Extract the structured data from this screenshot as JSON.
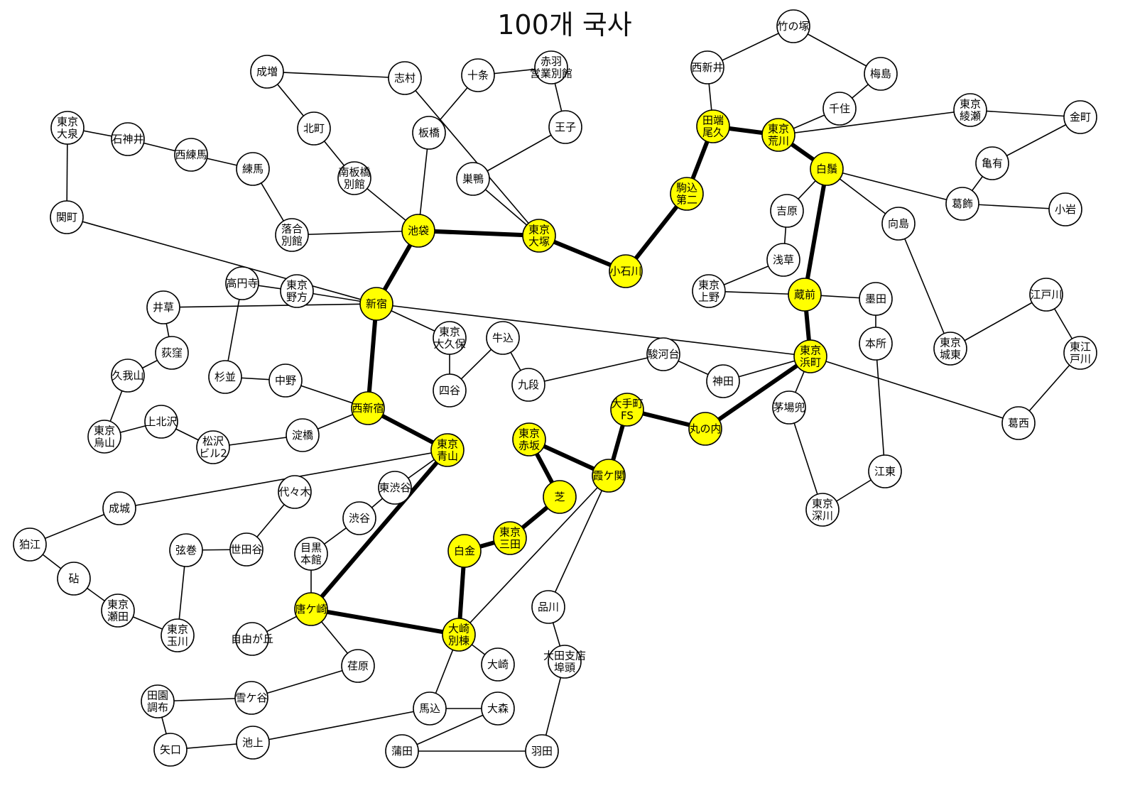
{
  "title": "100개 국사",
  "colors": {
    "highlight": "#ffff00",
    "normal": "#ffffff",
    "origin_stroke": "#e00000",
    "stroke": "#000000"
  },
  "nodes": [
    {
      "id": "komae",
      "label": "狛江",
      "style": "origin"
    },
    {
      "id": "seijo",
      "label": "成城",
      "style": "normal"
    },
    {
      "id": "kinuta",
      "label": "砧",
      "style": "normal"
    },
    {
      "id": "tk_seta",
      "label": "東京\n瀬田",
      "style": "normal"
    },
    {
      "id": "tk_tamagawa",
      "label": "東京\n玉川",
      "style": "normal"
    },
    {
      "id": "tsurumaki",
      "label": "弦巻",
      "style": "normal"
    },
    {
      "id": "setagaya",
      "label": "世田谷",
      "style": "normal"
    },
    {
      "id": "yoyogi",
      "label": "代々木",
      "style": "normal"
    },
    {
      "id": "jiyugaoka",
      "label": "自由が丘",
      "style": "normal"
    },
    {
      "id": "denen",
      "label": "田園\n調布",
      "style": "normal"
    },
    {
      "id": "yaguchi",
      "label": "矢口",
      "style": "normal"
    },
    {
      "id": "yukigaya",
      "label": "雪ケ谷",
      "style": "normal"
    },
    {
      "id": "ikegami",
      "label": "池上",
      "style": "normal"
    },
    {
      "id": "ebara",
      "label": "荏原",
      "style": "normal"
    },
    {
      "id": "togoshi",
      "label": "唐ケ崎",
      "style": "hl"
    },
    {
      "id": "meguro",
      "label": "目黒\n本館",
      "style": "normal"
    },
    {
      "id": "shibuya",
      "label": "渋谷",
      "style": "normal"
    },
    {
      "id": "higashishibuya",
      "label": "東渋谷",
      "style": "normal"
    },
    {
      "id": "tk_aoyama",
      "label": "東京\n青山",
      "style": "hl"
    },
    {
      "id": "osaki_bekkan",
      "label": "大崎\n別棟",
      "style": "hl"
    },
    {
      "id": "osaki",
      "label": "大崎",
      "style": "normal"
    },
    {
      "id": "magome",
      "label": "馬込",
      "style": "normal"
    },
    {
      "id": "omori",
      "label": "大森",
      "style": "normal"
    },
    {
      "id": "kamata",
      "label": "蒲田",
      "style": "normal"
    },
    {
      "id": "haneda",
      "label": "羽田",
      "style": "normal"
    },
    {
      "id": "ota_futo",
      "label": "大田支店\n埠頭",
      "style": "normal"
    },
    {
      "id": "shinagawa",
      "label": "品川",
      "style": "normal"
    },
    {
      "id": "shirokane",
      "label": "白金",
      "style": "hl"
    },
    {
      "id": "tk_mita",
      "label": "東京\n三田",
      "style": "hl"
    },
    {
      "id": "shiba",
      "label": "芝",
      "style": "hl"
    },
    {
      "id": "tk_akasaka",
      "label": "東京\n赤坂",
      "style": "hl"
    },
    {
      "id": "kasumigaseki",
      "label": "霞ケ関",
      "style": "hl"
    },
    {
      "id": "otemachi",
      "label": "大手町\nFS",
      "style": "hl"
    },
    {
      "id": "marunouchi",
      "label": "丸の内",
      "style": "hl"
    },
    {
      "id": "tk_hamacho",
      "label": "東京\n浜町",
      "style": "hl"
    },
    {
      "id": "kanda",
      "label": "神田",
      "style": "normal"
    },
    {
      "id": "surugadai",
      "label": "駿河台",
      "style": "normal"
    },
    {
      "id": "kudan",
      "label": "九段",
      "style": "normal"
    },
    {
      "id": "ushigome",
      "label": "牛込",
      "style": "normal"
    },
    {
      "id": "yotsuya",
      "label": "四谷",
      "style": "normal"
    },
    {
      "id": "tk_okubo",
      "label": "東京\n大久保",
      "style": "normal"
    },
    {
      "id": "shinjuku",
      "label": "新宿",
      "style": "hl"
    },
    {
      "id": "nishishinjuku",
      "label": "西新宿",
      "style": "hl"
    },
    {
      "id": "nakano",
      "label": "中野",
      "style": "normal"
    },
    {
      "id": "suginami",
      "label": "杉並",
      "style": "normal"
    },
    {
      "id": "koenji",
      "label": "高円寺",
      "style": "normal"
    },
    {
      "id": "tk_nogata",
      "label": "東京\n野方",
      "style": "normal"
    },
    {
      "id": "igusa",
      "label": "井草",
      "style": "normal"
    },
    {
      "id": "ogikubo",
      "label": "荻窪",
      "style": "normal"
    },
    {
      "id": "kugayama",
      "label": "久我山",
      "style": "normal"
    },
    {
      "id": "tk_karasuyama",
      "label": "東京\n烏山",
      "style": "normal"
    },
    {
      "id": "kamikitazawa",
      "label": "上北沢",
      "style": "normal"
    },
    {
      "id": "matsuzawa",
      "label": "松沢\nビル2",
      "style": "normal"
    },
    {
      "id": "yodobashi",
      "label": "淀橋",
      "style": "normal"
    },
    {
      "id": "sekimachi",
      "label": "関町",
      "style": "normal"
    },
    {
      "id": "tk_oizumi",
      "label": "東京\n大泉",
      "style": "normal"
    },
    {
      "id": "shakujii",
      "label": "石神井",
      "style": "normal"
    },
    {
      "id": "nishinerima",
      "label": "西練馬",
      "style": "normal"
    },
    {
      "id": "nerima",
      "label": "練馬",
      "style": "normal"
    },
    {
      "id": "ochiai",
      "label": "落合\n別館",
      "style": "normal"
    },
    {
      "id": "narimasu",
      "label": "成増",
      "style": "normal"
    },
    {
      "id": "kitamachi",
      "label": "北町",
      "style": "normal"
    },
    {
      "id": "minamiitabashi",
      "label": "南板橋\n別館",
      "style": "normal"
    },
    {
      "id": "ikebukuro",
      "label": "池袋",
      "style": "hl"
    },
    {
      "id": "shimura",
      "label": "志村",
      "style": "normal"
    },
    {
      "id": "itabashi",
      "label": "板橋",
      "style": "normal"
    },
    {
      "id": "jujo",
      "label": "十条",
      "style": "normal"
    },
    {
      "id": "akabane",
      "label": "赤羽\n営業別館",
      "style": "normal"
    },
    {
      "id": "oji",
      "label": "王子",
      "style": "normal"
    },
    {
      "id": "sugamo",
      "label": "巣鴨",
      "style": "normal"
    },
    {
      "id": "tk_otsuka",
      "label": "東京\n大塚",
      "style": "hl"
    },
    {
      "id": "koishikawa",
      "label": "小石川",
      "style": "hl"
    },
    {
      "id": "komagome",
      "label": "駒込\n第二",
      "style": "hl"
    },
    {
      "id": "tabata",
      "label": "田端\n尾久",
      "style": "hl"
    },
    {
      "id": "nishiarai",
      "label": "西新井",
      "style": "normal"
    },
    {
      "id": "takenotsuka",
      "label": "竹の塚",
      "style": "normal"
    },
    {
      "id": "umejima",
      "label": "梅島",
      "style": "normal"
    },
    {
      "id": "senju",
      "label": "千住",
      "style": "normal"
    },
    {
      "id": "tk_arakawa",
      "label": "東京\n荒川",
      "style": "hl"
    },
    {
      "id": "tk_ayase",
      "label": "東京\n綾瀬",
      "style": "normal"
    },
    {
      "id": "kanamachi",
      "label": "金町",
      "style": "normal"
    },
    {
      "id": "kameari",
      "label": "亀有",
      "style": "normal"
    },
    {
      "id": "katsushika",
      "label": "葛飾",
      "style": "normal"
    },
    {
      "id": "koiwa",
      "label": "小岩",
      "style": "normal"
    },
    {
      "id": "shirahige",
      "label": "白鬚",
      "style": "hl"
    },
    {
      "id": "yoshiwara",
      "label": "吉原",
      "style": "normal"
    },
    {
      "id": "mukojima",
      "label": "向島",
      "style": "normal"
    },
    {
      "id": "asakusa",
      "label": "浅草",
      "style": "normal"
    },
    {
      "id": "tk_ueno",
      "label": "東京\n上野",
      "style": "normal"
    },
    {
      "id": "kuramae",
      "label": "蔵前",
      "style": "hl"
    },
    {
      "id": "sumida",
      "label": "墨田",
      "style": "normal"
    },
    {
      "id": "honjo",
      "label": "本所",
      "style": "normal"
    },
    {
      "id": "tk_joto",
      "label": "東京\n城東",
      "style": "normal"
    },
    {
      "id": "edogawa",
      "label": "江戸川",
      "style": "normal"
    },
    {
      "id": "tk_higashiedogawa",
      "label": "東江\n戸川",
      "style": "normal"
    },
    {
      "id": "kasai",
      "label": "葛西",
      "style": "normal"
    },
    {
      "id": "kayabacho",
      "label": "茅場兜",
      "style": "normal"
    },
    {
      "id": "koto",
      "label": "江東",
      "style": "normal"
    },
    {
      "id": "tk_fukagawa",
      "label": "東京\n深川",
      "style": "normal"
    }
  ],
  "edges": [
    [
      "ikebukuro",
      "tk_otsuka",
      "bold"
    ],
    [
      "tk_otsuka",
      "koishikawa",
      "bold"
    ],
    [
      "koishikawa",
      "komagome",
      "bold"
    ],
    [
      "komagome",
      "tabata",
      "bold"
    ],
    [
      "tabata",
      "tk_arakawa",
      "bold"
    ],
    [
      "tk_arakawa",
      "shirahige",
      "bold"
    ],
    [
      "shirahige",
      "kuramae",
      "bold"
    ],
    [
      "kuramae",
      "tk_hamacho",
      "bold"
    ],
    [
      "tk_hamacho",
      "marunouchi",
      "bold"
    ],
    [
      "marunouchi",
      "otemachi",
      "bold"
    ],
    [
      "otemachi",
      "kasumigaseki",
      "bold"
    ],
    [
      "kasumigaseki",
      "tk_akasaka",
      "bold"
    ],
    [
      "tk_akasaka",
      "shiba",
      "bold"
    ],
    [
      "shiba",
      "tk_mita",
      "bold"
    ],
    [
      "tk_mita",
      "shirokane",
      "bold"
    ],
    [
      "shirokane",
      "osaki_bekkan",
      "bold"
    ],
    [
      "osaki_bekkan",
      "togoshi",
      "bold"
    ],
    [
      "togoshi",
      "tk_aoyama",
      "bold"
    ],
    [
      "tk_aoyama",
      "nishishinjuku",
      "bold"
    ],
    [
      "nishishinjuku",
      "shinjuku",
      "bold"
    ],
    [
      "shinjuku",
      "ikebukuro",
      "bold"
    ],
    [
      "komae",
      "seijo",
      "normal"
    ],
    [
      "komae",
      "kinuta",
      "normal"
    ],
    [
      "seijo",
      "tk_aoyama",
      "normal"
    ],
    [
      "kinuta",
      "tk_seta",
      "normal"
    ],
    [
      "tk_seta",
      "tk_tamagawa",
      "normal"
    ],
    [
      "tk_tamagawa",
      "tsurumaki",
      "normal"
    ],
    [
      "tsurumaki",
      "setagaya",
      "normal"
    ],
    [
      "setagaya",
      "yoyogi",
      "normal"
    ],
    [
      "jiyugaoka",
      "togoshi",
      "normal"
    ],
    [
      "togoshi",
      "ebara",
      "normal"
    ],
    [
      "togoshi",
      "meguro",
      "normal"
    ],
    [
      "meguro",
      "shibuya",
      "normal"
    ],
    [
      "shibuya",
      "higashishibuya",
      "normal"
    ],
    [
      "higashishibuya",
      "tk_aoyama",
      "normal"
    ],
    [
      "ebara",
      "yukigaya",
      "normal"
    ],
    [
      "yukigaya",
      "denen",
      "normal"
    ],
    [
      "denen",
      "yaguchi",
      "normal"
    ],
    [
      "yaguchi",
      "ikegami",
      "normal"
    ],
    [
      "ikegami",
      "magome",
      "normal"
    ],
    [
      "magome",
      "osaki_bekkan",
      "normal"
    ],
    [
      "magome",
      "omori",
      "normal"
    ],
    [
      "omori",
      "kamata",
      "normal"
    ],
    [
      "kamata",
      "haneda",
      "normal"
    ],
    [
      "haneda",
      "ota_futo",
      "normal"
    ],
    [
      "ota_futo",
      "shinagawa",
      "normal"
    ],
    [
      "shinagawa",
      "kasumigaseki",
      "normal"
    ],
    [
      "osaki_bekkan",
      "kasumigaseki",
      "normal"
    ],
    [
      "osaki_bekkan",
      "osaki",
      "normal"
    ],
    [
      "tk_hamacho",
      "kanda",
      "normal"
    ],
    [
      "kanda",
      "surugadai",
      "normal"
    ],
    [
      "surugadai",
      "kudan",
      "normal"
    ],
    [
      "kudan",
      "ushigome",
      "normal"
    ],
    [
      "ushigome",
      "yotsuya",
      "normal"
    ],
    [
      "yotsuya",
      "tk_okubo",
      "normal"
    ],
    [
      "tk_okubo",
      "shinjuku",
      "normal"
    ],
    [
      "shinjuku",
      "tk_hamacho",
      "normal"
    ],
    [
      "shinjuku",
      "tk_nogata",
      "normal"
    ],
    [
      "tk_nogata",
      "koenji",
      "normal"
    ],
    [
      "koenji",
      "suginami",
      "normal"
    ],
    [
      "suginami",
      "nakano",
      "normal"
    ],
    [
      "nakano",
      "nishishinjuku",
      "normal"
    ],
    [
      "igusa",
      "shinjuku",
      "normal"
    ],
    [
      "igusa",
      "ogikubo",
      "normal"
    ],
    [
      "ogikubo",
      "kugayama",
      "normal"
    ],
    [
      "kugayama",
      "tk_karasuyama",
      "normal"
    ],
    [
      "tk_karasuyama",
      "kamikitazawa",
      "normal"
    ],
    [
      "kamikitazawa",
      "matsuzawa",
      "normal"
    ],
    [
      "matsuzawa",
      "yodobashi",
      "normal"
    ],
    [
      "yodobashi",
      "nishishinjuku",
      "normal"
    ],
    [
      "sekimachi",
      "shinjuku",
      "normal"
    ],
    [
      "sekimachi",
      "tk_oizumi",
      "normal"
    ],
    [
      "tk_oizumi",
      "shakujii",
      "normal"
    ],
    [
      "shakujii",
      "nishinerima",
      "normal"
    ],
    [
      "nishinerima",
      "nerima",
      "normal"
    ],
    [
      "nerima",
      "ochiai",
      "normal"
    ],
    [
      "ochiai",
      "ikebukuro",
      "normal"
    ],
    [
      "narimasu",
      "shimura",
      "normal"
    ],
    [
      "narimasu",
      "kitamachi",
      "normal"
    ],
    [
      "kitamachi",
      "minamiitabashi",
      "normal"
    ],
    [
      "minamiitabashi",
      "ikebukuro",
      "normal"
    ],
    [
      "shimura",
      "tk_otsuka",
      "normal"
    ],
    [
      "itabashi",
      "ikebukuro",
      "normal"
    ],
    [
      "itabashi",
      "jujo",
      "normal"
    ],
    [
      "jujo",
      "akabane",
      "normal"
    ],
    [
      "akabane",
      "oji",
      "normal"
    ],
    [
      "oji",
      "sugamo",
      "normal"
    ],
    [
      "sugamo",
      "tk_otsuka",
      "normal"
    ],
    [
      "tabata",
      "nishiarai",
      "normal"
    ],
    [
      "nishiarai",
      "takenotsuka",
      "normal"
    ],
    [
      "takenotsuka",
      "umejima",
      "normal"
    ],
    [
      "umejima",
      "senju",
      "normal"
    ],
    [
      "senju",
      "tk_arakawa",
      "normal"
    ],
    [
      "tk_arakawa",
      "tk_ayase",
      "normal"
    ],
    [
      "tk_ayase",
      "kanamachi",
      "normal"
    ],
    [
      "kanamachi",
      "kameari",
      "normal"
    ],
    [
      "kameari",
      "katsushika",
      "normal"
    ],
    [
      "katsushika",
      "koiwa",
      "normal"
    ],
    [
      "katsushika",
      "shirahige",
      "normal"
    ],
    [
      "shirahige",
      "yoshiwara",
      "normal"
    ],
    [
      "shirahige",
      "mukojima",
      "normal"
    ],
    [
      "mukojima",
      "tk_joto",
      "normal"
    ],
    [
      "tk_joto",
      "edogawa",
      "normal"
    ],
    [
      "edogawa",
      "tk_higashiedogawa",
      "normal"
    ],
    [
      "tk_higashiedogawa",
      "kasai",
      "normal"
    ],
    [
      "kasai",
      "tk_hamacho",
      "normal"
    ],
    [
      "yoshiwara",
      "asakusa",
      "normal"
    ],
    [
      "asakusa",
      "tk_ueno",
      "normal"
    ],
    [
      "tk_ueno",
      "kuramae",
      "normal"
    ],
    [
      "kuramae",
      "sumida",
      "normal"
    ],
    [
      "sumida",
      "honjo",
      "normal"
    ],
    [
      "honjo",
      "koto",
      "normal"
    ],
    [
      "koto",
      "tk_fukagawa",
      "normal"
    ],
    [
      "tk_fukagawa",
      "kayabacho",
      "normal"
    ],
    [
      "kayabacho",
      "tk_hamacho",
      "normal"
    ]
  ]
}
